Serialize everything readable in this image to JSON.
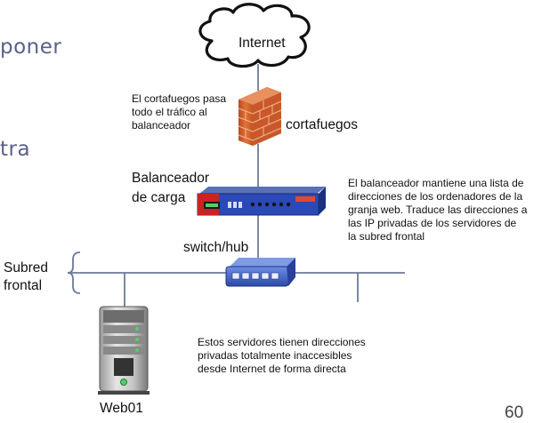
{
  "background_text": {
    "line1": "poner",
    "line2": "tra"
  },
  "internet": {
    "label": "Internet"
  },
  "firewall": {
    "label": "cortafuegos",
    "note_lines": [
      "El cortafuegos pasa",
      "todo el tráfico al",
      "balanceador"
    ]
  },
  "load_balancer": {
    "label_lines": [
      "Balanceador",
      "de carga"
    ],
    "note_lines": [
      "El balanceador mantiene una lista de",
      "direcciones de los ordenadores de la",
      "granja web. Traduce las direcciones a",
      "las IP privadas de los servidores de",
      "la subred frontal"
    ]
  },
  "switch": {
    "label": "switch/hub"
  },
  "subnet": {
    "label_lines": [
      "Subred",
      "frontal"
    ]
  },
  "servers": {
    "note_lines": [
      "Estos servidores tienen direcciones",
      "privadas totalmente inaccesibles",
      "desde Internet de forma directa"
    ],
    "server_label": "Web01"
  },
  "page_number": "60",
  "colors": {
    "slide_text": "#5a5f8a",
    "line": "#6b7a95",
    "firewall_brick": "#d9622b",
    "balancer_blue": "#2b49b8",
    "balancer_red": "#cc2222",
    "switch_blue": "#3f63c9"
  }
}
